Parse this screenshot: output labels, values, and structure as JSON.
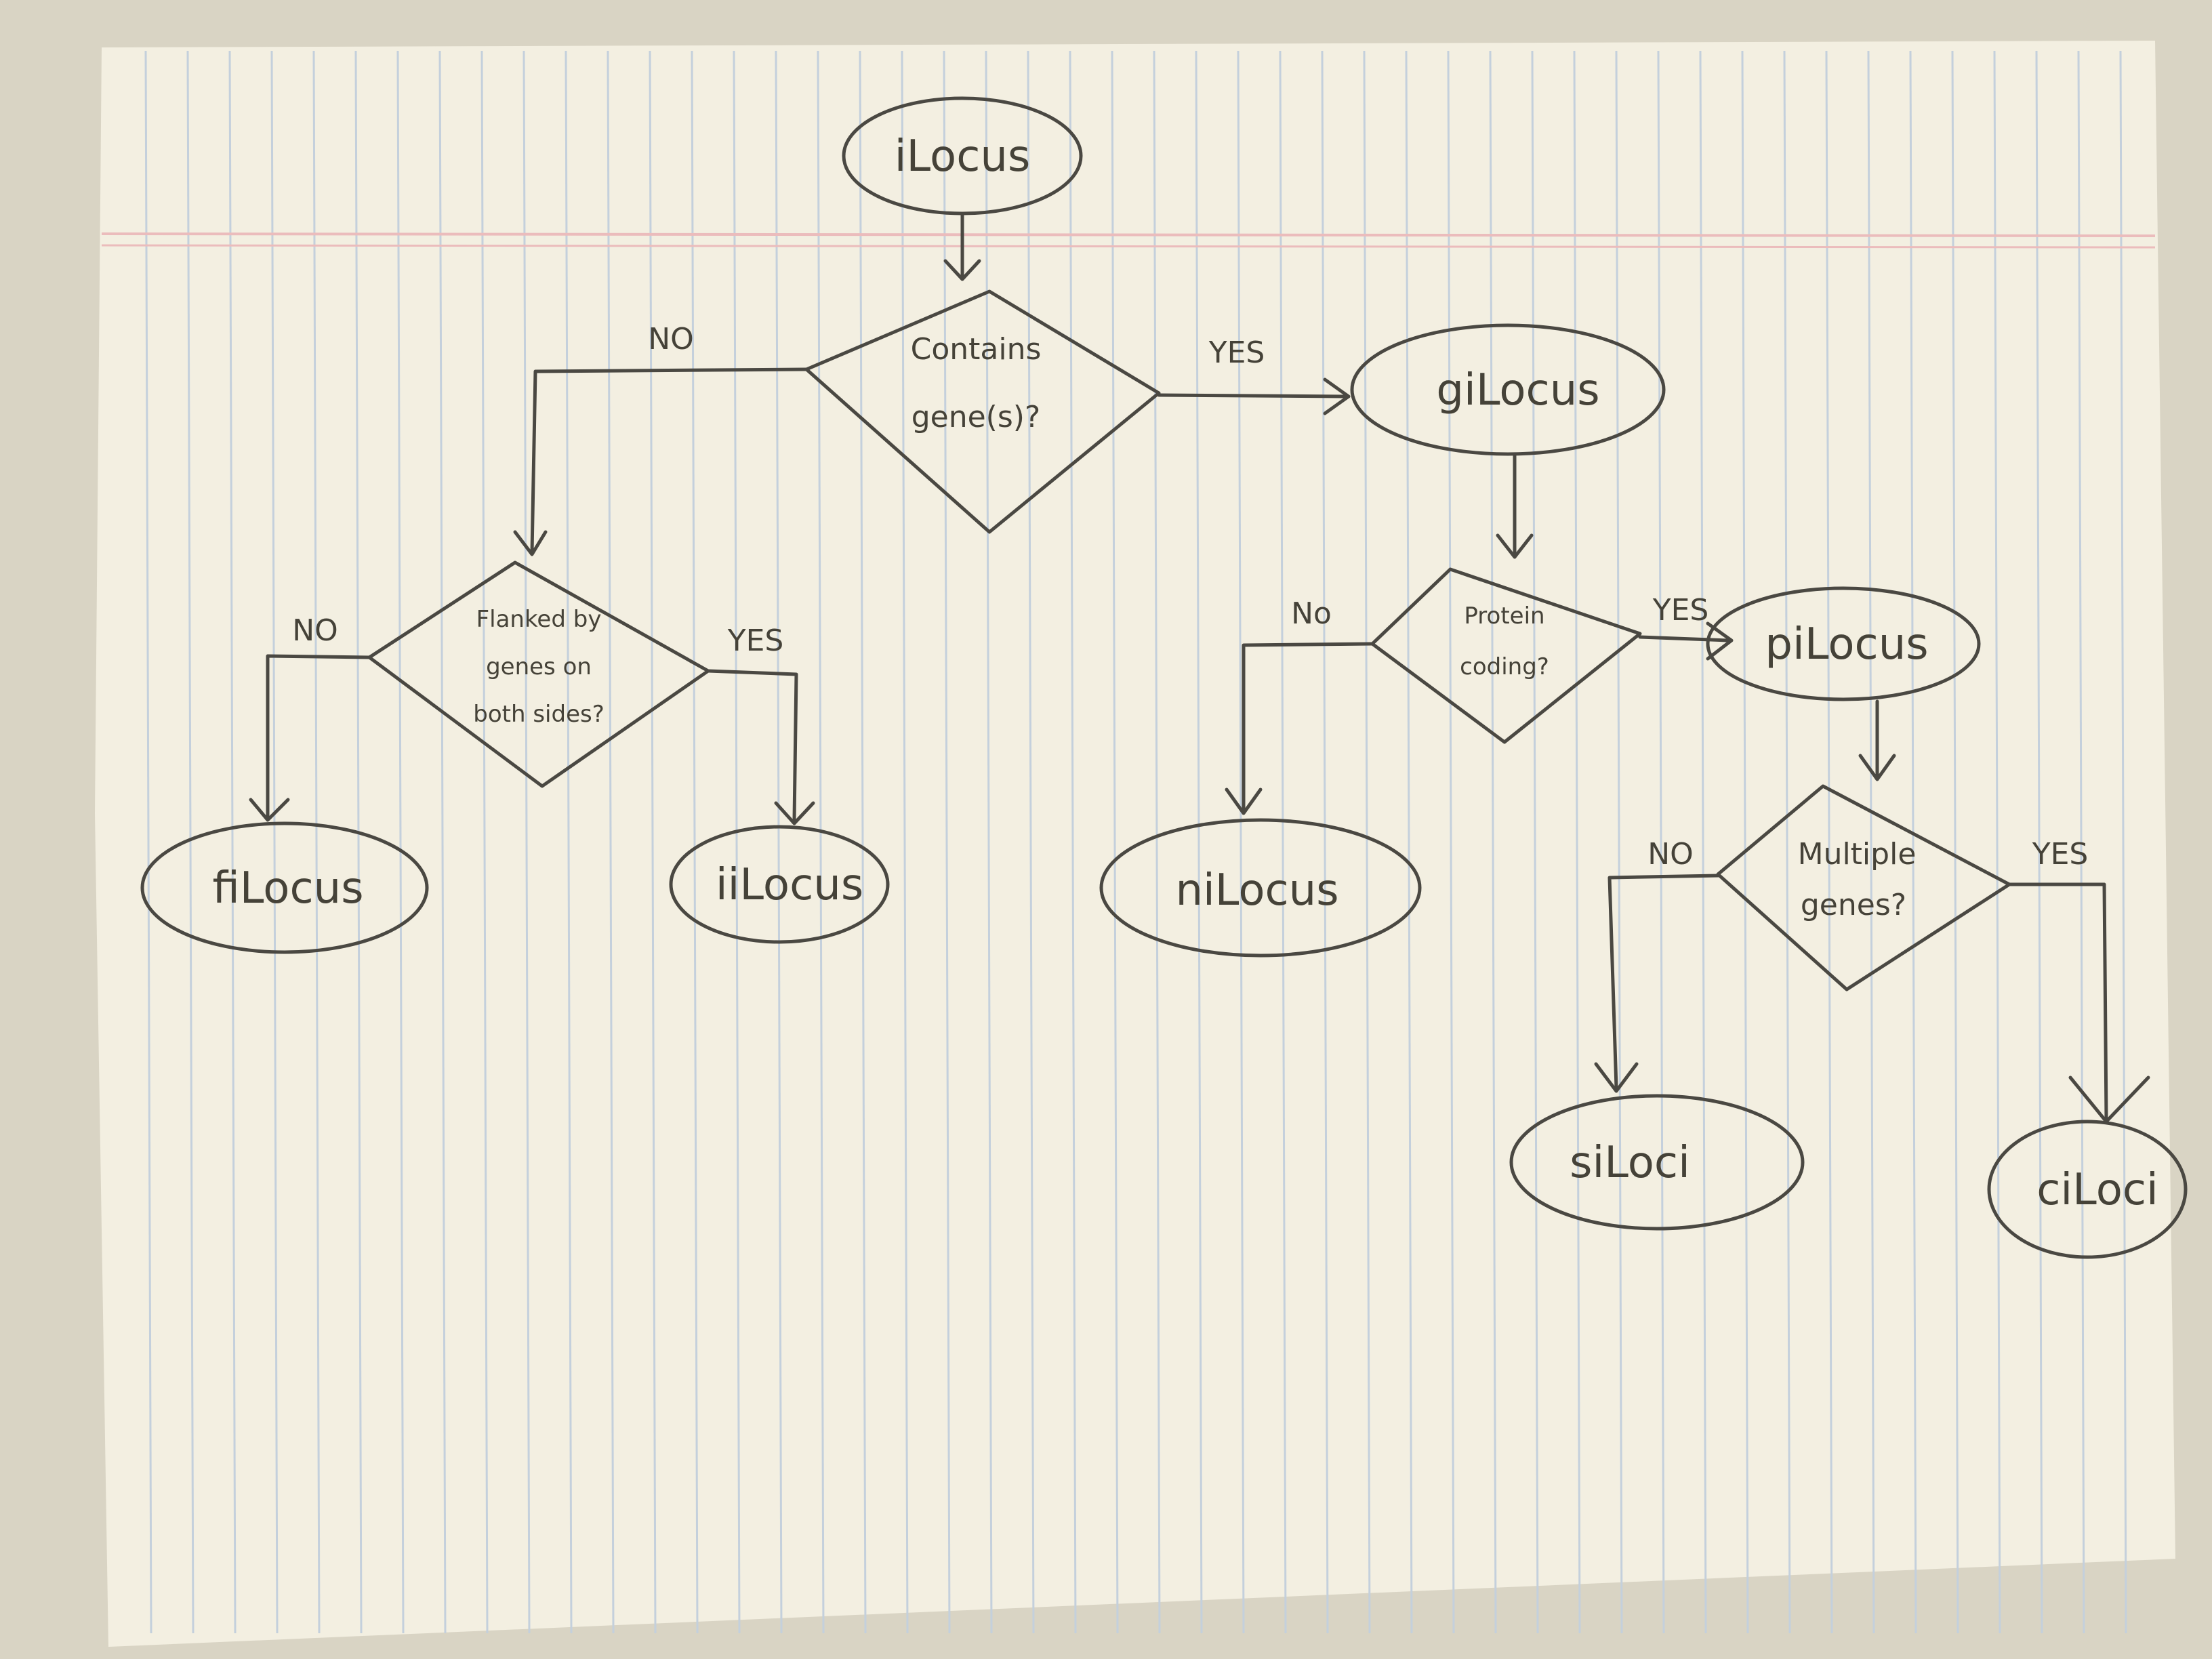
{
  "nodes": {
    "ilocus": "iLocus",
    "gilocus": "giLocus",
    "filocus": "fiLocus",
    "iilocus": "iiLocus",
    "nilocus": "niLocus",
    "pilocus": "piLocus",
    "siloci": "siLoci",
    "ciloci": "ciLoci"
  },
  "decisions": {
    "contains_genes": [
      "Contains",
      "gene(s)?"
    ],
    "flanked": [
      "Flanked by",
      "genes on",
      "both sides?"
    ],
    "protein_coding": [
      "Protein",
      "coding?"
    ],
    "multiple_genes": [
      "Multiple",
      "genes?"
    ]
  },
  "edge_labels": {
    "contains_no": "NO",
    "contains_yes": "YES",
    "flanked_no": "NO",
    "flanked_yes": "YES",
    "protein_no": "No",
    "protein_yes": "YES",
    "multiple_no": "NO",
    "multiple_yes": "YES"
  },
  "colors": {
    "paper": "#f3efe1",
    "rule_lines": "#b9c7d6",
    "margin_line": "#e8b4b4",
    "pencil": "#4a4842",
    "table": "#d9d4c4"
  }
}
